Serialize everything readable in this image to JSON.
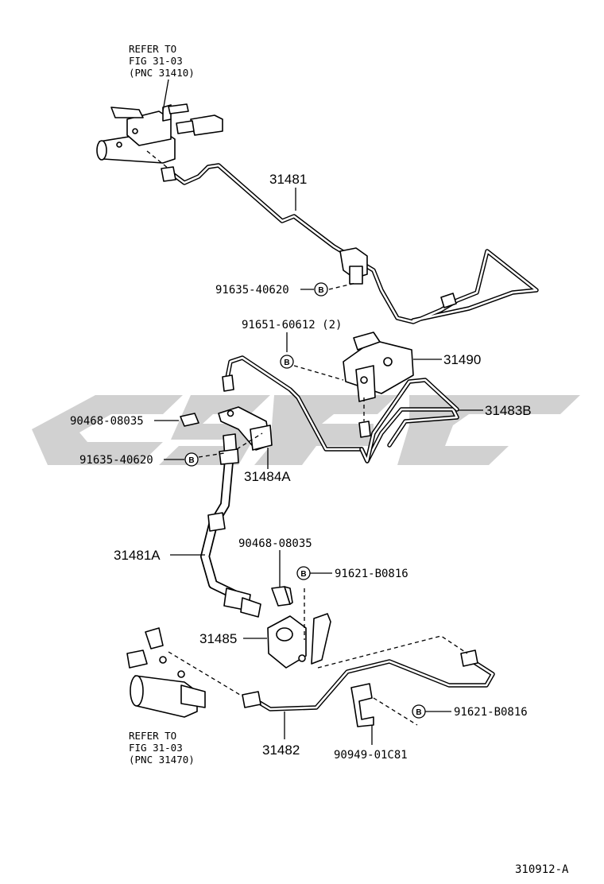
{
  "references": {
    "upper": {
      "line1": "REFER TO",
      "line2": "FIG 31-03",
      "line3": "(PNC 31410)"
    },
    "lower": {
      "line1": "REFER TO",
      "line2": "FIG 31-03",
      "line3": "(PNC 31470)"
    }
  },
  "callouts": {
    "p31481": "31481",
    "p31490": "31490",
    "p31483B": "31483B",
    "p31484A": "31484A",
    "p31481A": "31481A",
    "p31485": "31485",
    "p31482": "31482",
    "bolt_upper": "91635-40620",
    "bolt_mid": "91651-60612 (2)",
    "clip_left": "90468-08035",
    "bolt_left": "91635-40620",
    "clip_center": "90468-08035",
    "bolt_center": "91621-B0816",
    "bolt_right": "91621-B0816",
    "bracket_lower": "90949-01C81"
  },
  "bolt_marker": "B",
  "watermark": {
    "text": "SSG",
    "color": "#c8c8c8"
  },
  "figure_id": "310912-A"
}
